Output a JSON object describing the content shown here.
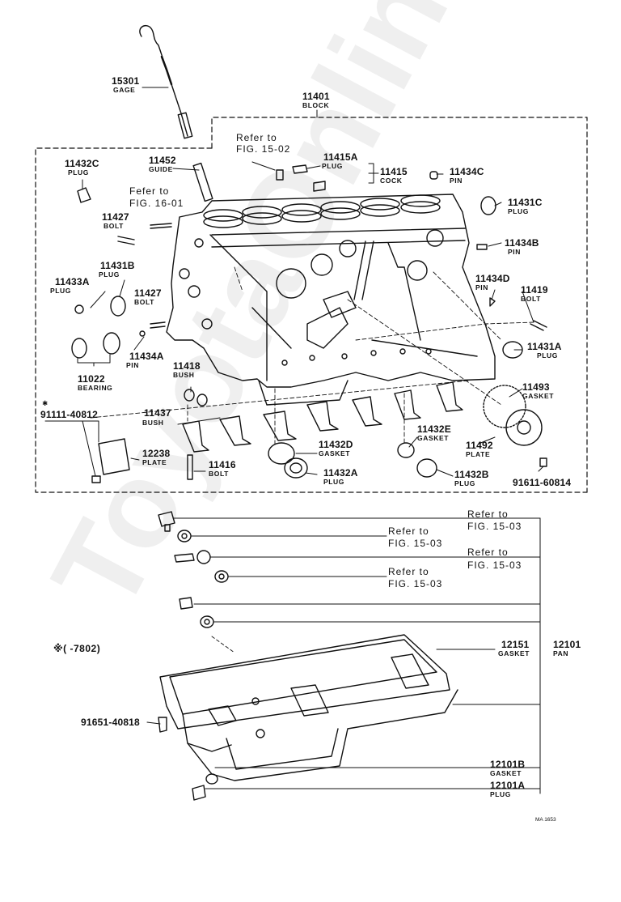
{
  "watermark": "ToyotaOnline.ru",
  "labels": {
    "p15301": {
      "num": "15301",
      "name": "GAGE"
    },
    "p11401": {
      "num": "11401",
      "name": "BLOCK"
    },
    "ref_15_02": {
      "line1": "Refer to",
      "line2": "FIG. 15-02"
    },
    "p11415A": {
      "num": "11415A",
      "name": "PLUG"
    },
    "p11415": {
      "num": "11415",
      "name": "COCK"
    },
    "p11434C": {
      "num": "11434C",
      "name": "PIN"
    },
    "p11432C": {
      "num": "11432C",
      "name": "PLUG"
    },
    "p11452": {
      "num": "11452",
      "name": "GUIDE"
    },
    "ref_16_01": {
      "line1": "Fefer to",
      "line2": "FIG. 16-01"
    },
    "p11427a": {
      "num": "11427",
      "name": "BOLT"
    },
    "p11431C": {
      "num": "11431C",
      "name": "PLUG"
    },
    "p11434B": {
      "num": "11434B",
      "name": "PIN"
    },
    "p11433A": {
      "num": "11433A",
      "name": "PLUG"
    },
    "p11431B": {
      "num": "11431B",
      "name": "PLUG"
    },
    "p11427b": {
      "num": "11427",
      "name": "BOLT"
    },
    "p11434D": {
      "num": "11434D",
      "name": "PIN"
    },
    "p11419": {
      "num": "11419",
      "name": "BOLT"
    },
    "p11431A": {
      "num": "11431A",
      "name": "PLUG"
    },
    "p11434A": {
      "num": "11434A",
      "name": "PIN"
    },
    "p11022": {
      "num": "11022",
      "name": "BEARING"
    },
    "p11418": {
      "num": "11418",
      "name": "BUSH"
    },
    "p11493": {
      "num": "11493",
      "name": "GASKET"
    },
    "p91111": {
      "star": "✱",
      "num": "91111-40812"
    },
    "p11437": {
      "num": "11437",
      "name": "BUSH"
    },
    "p11432E": {
      "num": "11432E",
      "name": "GASKET"
    },
    "p12238": {
      "num": "12238",
      "name": "PLATE"
    },
    "p11432D": {
      "num": "11432D",
      "name": "GASKET"
    },
    "p11492": {
      "num": "11492",
      "name": "PLATE"
    },
    "p11416": {
      "num": "11416",
      "name": "BOLT"
    },
    "p11432A": {
      "num": "11432A",
      "name": "PLUG"
    },
    "p11432B": {
      "num": "11432B",
      "name": "PLUG"
    },
    "p91611": {
      "num": "91611-60814"
    },
    "ref_15_03_a": {
      "line1": "Refer to",
      "line2": "FIG. 15-03"
    },
    "ref_15_03_b": {
      "line1": "Refer to",
      "line2": "FIG. 15-03"
    },
    "ref_15_03_c": {
      "line1": "Refer to",
      "line2": "FIG. 15-03"
    },
    "ref_15_03_d": {
      "line1": "Refer to",
      "line2": "FIG. 15-03"
    },
    "note_7802": {
      "text": "※(    -7802)"
    },
    "p12151": {
      "num": "12151",
      "name": "GASKET"
    },
    "p12101": {
      "num": "12101",
      "name": "PAN"
    },
    "p91651": {
      "num": "91651-40818"
    },
    "p12101B": {
      "num": "12101B",
      "name": "GASKET"
    },
    "p12101A": {
      "num": "12101A",
      "name": "PLUG"
    },
    "code": {
      "text": "MA 1653"
    }
  }
}
